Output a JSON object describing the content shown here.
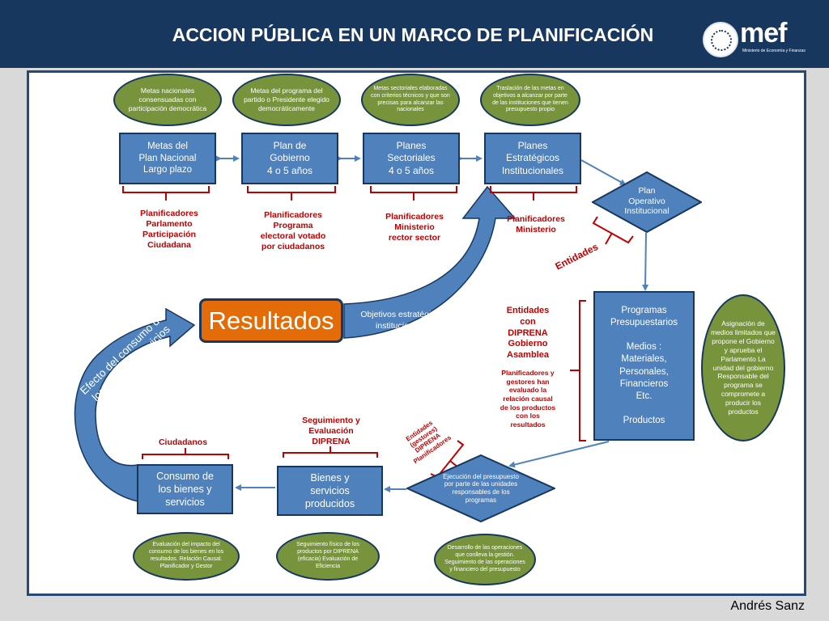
{
  "header": {
    "title": "ACCION PÚBLICA EN UN MARCO DE PLANIFICACIÓN",
    "logo_text": "mef",
    "logo_subtext": "Ministerio de Economía y Finanzas"
  },
  "colors": {
    "header_bg": "#17375e",
    "box_blue": "#4f81bd",
    "oval_green": "#77933c",
    "accent_red": "#c00000",
    "resultados_orange": "#e36c09",
    "panel_border": "#244a78"
  },
  "top_ovals": [
    "Metas nacionales consensuadas con participación democrática",
    "Metas del programa del partido o Presidente elegido democráticamente",
    "Metas sectoriales elaboradas con criterios técnicos y que son precisas para alcanzar las nacionales",
    "Traslación de las metas en objetivos a alcanzar por parte de las instituciones que tienen presupuesto propio"
  ],
  "top_boxes": [
    "Metas del\nPlan Nacional\nLargo plazo",
    "Plan de\nGobierno\n4 o 5 años",
    "Planes\nSectoriales\n4 o 5 años",
    "Planes\nEstratégicos\nInstitucionales"
  ],
  "top_labels": [
    "Planificadores\nParlamento\nParticipación\nCiudadana",
    "Planificadores\nPrograma\nelectoral votado\npor ciudadanos",
    "Planificadores\nMinisterio\nrector sector",
    "Planificadores\nMinisterio"
  ],
  "poi": {
    "text": "Plan\nOperativo\nInstitucional",
    "label": "Entidades"
  },
  "resultados": {
    "text": "Resultados",
    "arrow_label": "Objetivos estratégicos institucionales"
  },
  "programas": {
    "text": "Programas\nPresupuestarios\n\nMedios :\nMateriales,\nPersonales,\nFinancieros\nEtc.\n\nProductos",
    "label_title": "Entidades\ncon\nDIPRENA\nGobierno\nAsamblea",
    "label_body": "Planificadores y\ngestores han\nevaluado la\nrelación causal\nde los productos\ncon los\nresultados"
  },
  "asignacion_oval": "Asignación de medios limitados que propone el Gobierno y aprueba el Parlamento La unidad del gobierno Responsable del programa se compromete a producir los productos",
  "ejecucion": {
    "text": "Ejecución del presupuesto\npor parte de las unidades\nresponsables de los\nprogramas",
    "label": "Entidades\n(gestores)\nDIPRENA\nPlanificadores"
  },
  "bienes": {
    "text": "Bienes y\nservicios\nproducidos",
    "label": "Seguimiento y\nEvaluación\nDIPRENA"
  },
  "consumo": {
    "text": "Consumo de\nlos bienes y\nservicios",
    "label": "Ciudadanos",
    "curved_label": "Efecto del consumo de\nlos bienes y servicios"
  },
  "bottom_ovals": [
    "Evaluación del impacto del consumo de los bienes en los resultados. Relación Causal. Planificador y Gestor",
    "Seguimiento físico de los productos por DIPRENA (eficacia) Evaluación de Eficiencia",
    "Desarrollo de las operaciones que conlleva la gestión. Seguimiento de las operaciones y financiero del presupuesto"
  ],
  "footer": {
    "author": "Andrés Sanz"
  }
}
